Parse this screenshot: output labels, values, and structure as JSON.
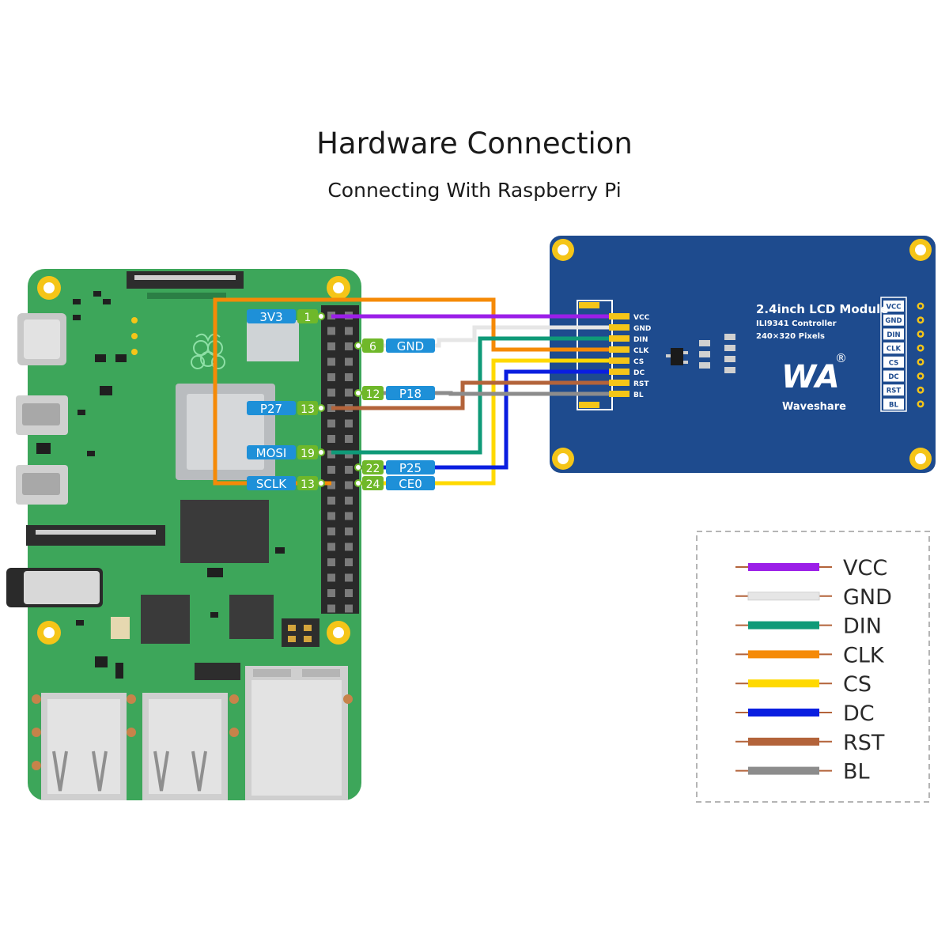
{
  "header": {
    "title": "Hardware Connection",
    "subtitle": "Connecting With Raspberry Pi"
  },
  "colors": {
    "board_green": "#3da65a",
    "lcd_blue": "#1e4b8e",
    "pin_label_blue": "#1e90d8",
    "pin_number_green": "#6fb82a",
    "hole_yellow": "#f5c518",
    "VCC": "#9b1fe8",
    "GND": "#e6e6e6",
    "DIN": "#0f9a78",
    "CLK": "#f58a07",
    "CS": "#ffd900",
    "DC": "#0a1ee0",
    "RST": "#b3633a",
    "BL": "#8c8c8c"
  },
  "pi_pins": [
    {
      "label": "3V3",
      "num": "1",
      "side": "left"
    },
    {
      "label": "GND",
      "num": "6",
      "side": "right"
    },
    {
      "label": "P18",
      "num": "12",
      "side": "right"
    },
    {
      "label": "P27",
      "num": "13",
      "side": "left"
    },
    {
      "label": "MOSI",
      "num": "19",
      "side": "left"
    },
    {
      "label": "P25",
      "num": "22",
      "side": "right"
    },
    {
      "label": "SCLK",
      "num": "13",
      "side": "left"
    },
    {
      "label": "CE0",
      "num": "24",
      "side": "right"
    }
  ],
  "lcd": {
    "title": "2.4inch LCD Module",
    "controller": "ILI9341 Controller",
    "pixels": "240×320 Pixels",
    "brand": "Waveshare",
    "logo_letters": "WA",
    "registered_mark": "®",
    "connector_pins": [
      "VCC",
      "GND",
      "DIN",
      "CLK",
      "CS",
      "DC",
      "RST",
      "BL"
    ],
    "side_header_pins": [
      "VCC",
      "GND",
      "DIN",
      "CLK",
      "CS",
      "DC",
      "RST",
      "BL"
    ]
  },
  "legend": [
    {
      "name": "VCC",
      "color": "#9b1fe8"
    },
    {
      "name": "GND",
      "color": "#e6e6e6"
    },
    {
      "name": "DIN",
      "color": "#0f9a78"
    },
    {
      "name": "CLK",
      "color": "#f58a07"
    },
    {
      "name": "CS",
      "color": "#ffd900"
    },
    {
      "name": "DC",
      "color": "#0a1ee0"
    },
    {
      "name": "RST",
      "color": "#b3633a"
    },
    {
      "name": "BL",
      "color": "#8c8c8c"
    }
  ]
}
